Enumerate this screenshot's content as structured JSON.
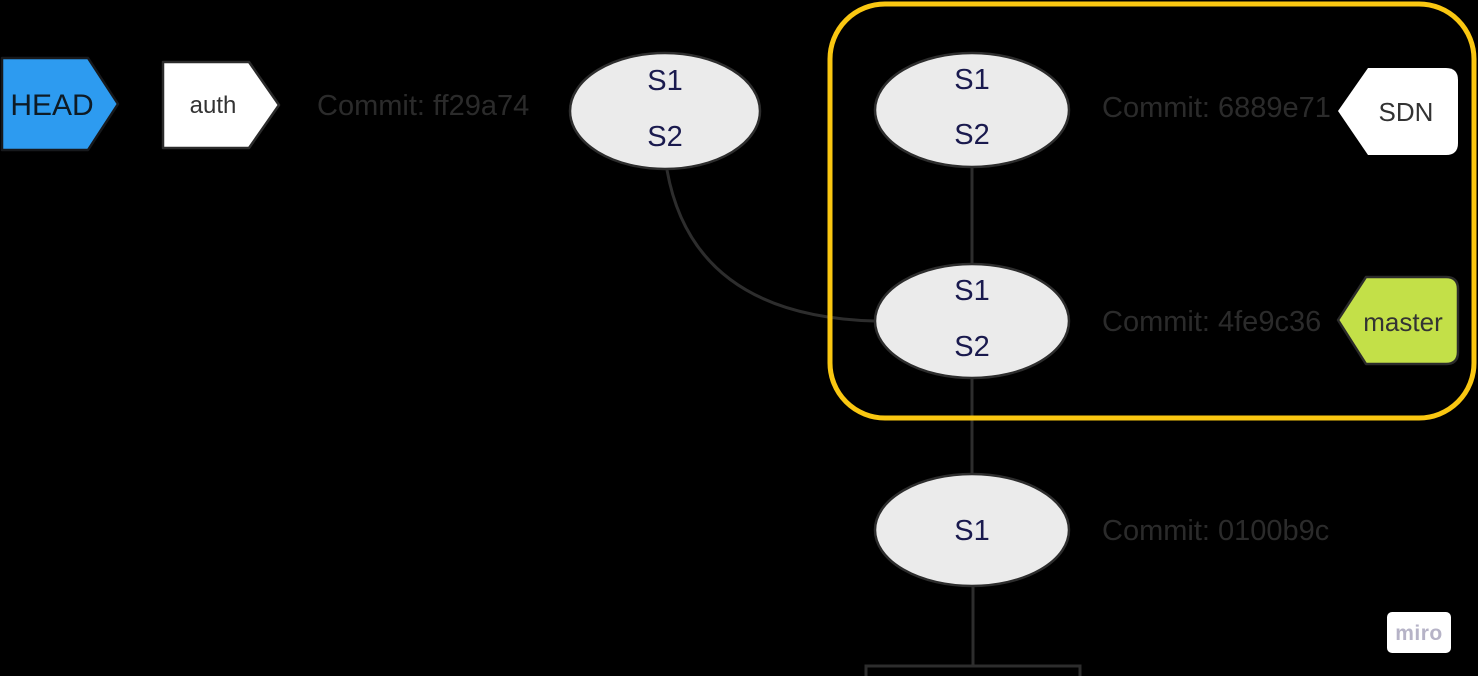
{
  "colors": {
    "background": "#000000",
    "head_blue": "#2D9BF0",
    "head_blue_border": "#17191C",
    "branch_green": "#C3E048",
    "highlight_orange": "#FAC711",
    "pointer_white": "#FFFFFF",
    "pointer_border": "#2B2B2B",
    "node_fill": "#EBEBEB",
    "node_stroke": "#2D2D2D",
    "node_text": "#1A1A4E",
    "label_text": "#2B2B2B",
    "connector": "#2D2D2D",
    "shape_text": "#333333",
    "head_text": "#0E1B25",
    "miro_badge_bg": "#FFFFFF",
    "miro_text": "#B6B3C7"
  },
  "pointers": {
    "head": {
      "label": "HEAD"
    },
    "auth": {
      "label": "auth"
    },
    "sdn": {
      "label": "SDN"
    },
    "master": {
      "label": "master"
    }
  },
  "commits": [
    {
      "id": "ff29a74",
      "label": "Commit: ff29a74",
      "states": [
        "S1",
        "S2"
      ]
    },
    {
      "id": "6889e71",
      "label": "Commit: 6889e71",
      "states": [
        "S1",
        "S2"
      ]
    },
    {
      "id": "4fe9c36",
      "label": "Commit: 4fe9c36",
      "states": [
        "S1",
        "S2"
      ]
    },
    {
      "id": "0100b9c",
      "label": "Commit: 0100b9c",
      "states": [
        "S1"
      ]
    }
  ],
  "watermark": {
    "label": "miro"
  }
}
